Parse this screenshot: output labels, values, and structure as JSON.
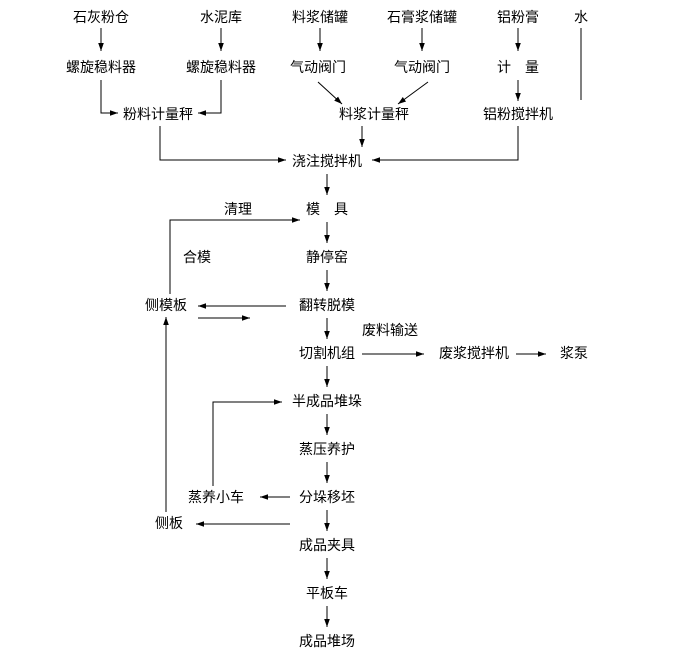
{
  "diagram": {
    "nodes": {
      "lime_silo": "石灰粉仓",
      "cement_store": "水泥库",
      "slurry_tank": "料浆储罐",
      "gypsum_tank": "石膏浆储罐",
      "aluminum_paste": "铝粉膏",
      "water": "水",
      "screw_feeder_1": "螺旋稳料器",
      "screw_feeder_2": "螺旋稳料器",
      "pneumatic_valve_1": "气动阀门",
      "pneumatic_valve_2": "气动阀门",
      "metering": "计　量",
      "powder_scale": "粉料计量秤",
      "slurry_scale": "料浆计量秤",
      "aluminum_mixer": "铝粉搅拌机",
      "pouring_mixer": "浇注搅拌机",
      "mold": "模　具",
      "static_kiln": "静停窑",
      "flip_demold": "翻转脱模",
      "cutting_unit": "切割机组",
      "waste_mixer": "废浆搅拌机",
      "slurry_pump": "浆泵",
      "semi_stack": "半成品堆垛",
      "autoclave": "蒸压养护",
      "split_transfer": "分垛移坯",
      "curing_cart": "蒸养小车",
      "product_clamp": "成品夹具",
      "flat_cart": "平板车",
      "product_yard": "成品堆场",
      "side_mold_board": "侧模板",
      "side_board": "侧板"
    },
    "labels": {
      "cleaning": "清理",
      "mold_closing": "合模",
      "waste_transport": "废料输送"
    }
  }
}
